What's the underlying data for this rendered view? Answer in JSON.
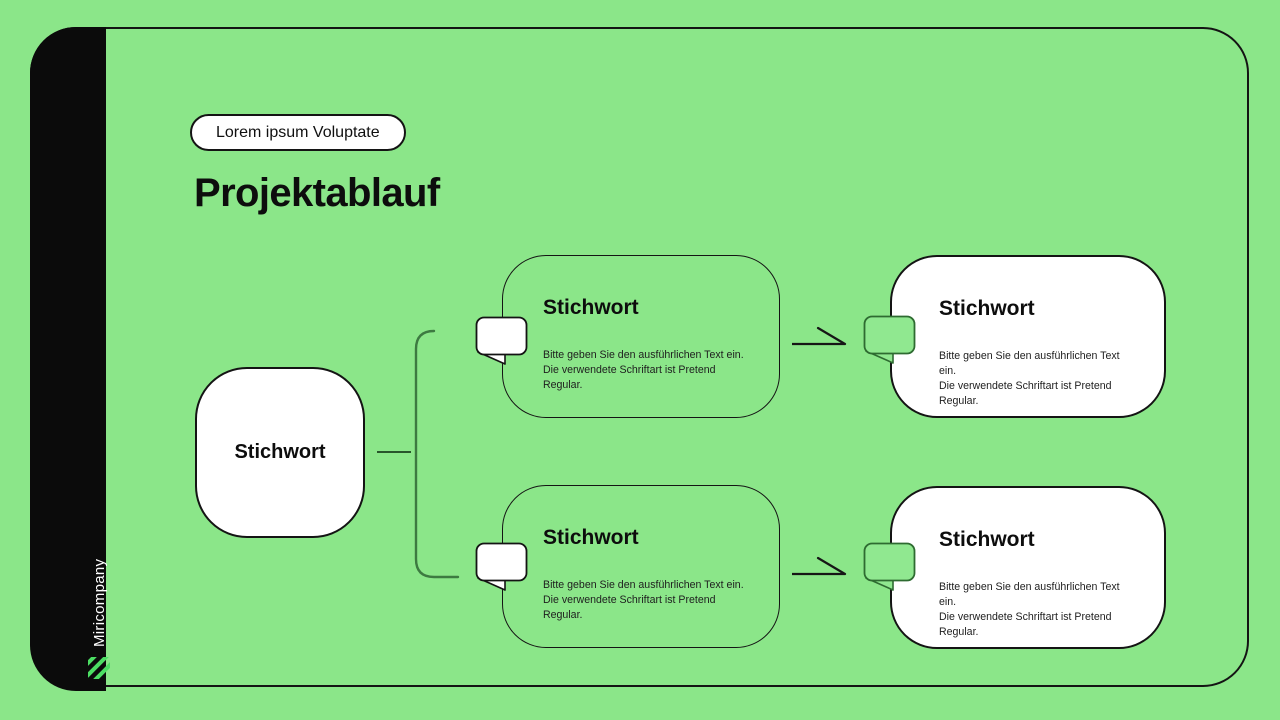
{
  "theme": {
    "background_green": "#8BE689",
    "frame_black": "#141414",
    "connector_green": "#3D7A41",
    "stub_green": "#28552B",
    "tag_green_fill": "#90E890",
    "tag_green_stroke": "#2E6B31",
    "logo_green": "#4CDE63",
    "node_white": "#FFFFFF"
  },
  "sidebar": {
    "company": "Miricompany",
    "logo_icon": "diagonal-stripes-logo"
  },
  "header": {
    "badge_label": "Lorem ipsum Voluptate",
    "title": "Projektablauf"
  },
  "diagram": {
    "root_label": "Stichwort",
    "rows": [
      {
        "branch": {
          "title": "Stichwort",
          "line1": "Bitte geben Sie den ausführlichen Text ein.",
          "line2": "Die verwendete Schriftart ist Pretend Regular."
        },
        "result": {
          "title": "Stichwort",
          "line1": "Bitte geben Sie den ausführlichen Text ein.",
          "line2": "Die verwendete Schriftart ist Pretend Regular."
        }
      },
      {
        "branch": {
          "title": "Stichwort",
          "line1": "Bitte geben Sie den ausführlichen Text ein.",
          "line2": "Die verwendete Schriftart ist Pretend Regular."
        },
        "result": {
          "title": "Stichwort",
          "line1": "Bitte geben Sie den ausführlichen Text ein.",
          "line2": "Die verwendete Schriftart ist Pretend Regular."
        }
      }
    ]
  }
}
